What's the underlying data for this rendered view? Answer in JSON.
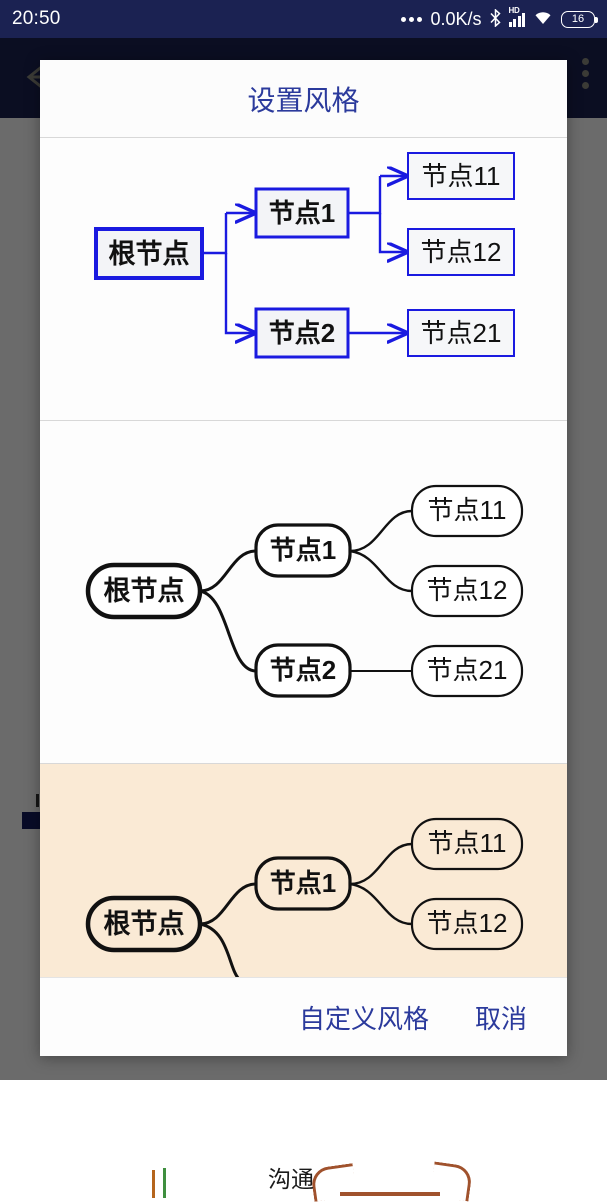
{
  "status_bar": {
    "clock": "20:50",
    "net_speed": "0.0K/s",
    "hd_label": "HD",
    "battery_level": "16",
    "icons": [
      "more-dots-icon",
      "bluetooth-icon",
      "signal-icon",
      "wifi-icon",
      "battery-icon"
    ]
  },
  "app_bar": {
    "back_icon": "back-arrow-icon",
    "overflow_icon": "overflow-menu-icon"
  },
  "background_canvas": {
    "branch_label": "沟通"
  },
  "dialog": {
    "title": "设置风格",
    "footer": {
      "custom_style": "自定义风格",
      "cancel": "取消"
    },
    "options": [
      {
        "id": "style-rectangular-blue",
        "background": "#fdfdfd",
        "node_shape": "rectangle",
        "line_style": "orthogonal-arrow",
        "border_color": "#1a1ae0",
        "node_fill": "#f3f4f7",
        "nodes": {
          "root": "根节点",
          "child1": "节点1",
          "child2": "节点2",
          "leaf11": "节点11",
          "leaf12": "节点12",
          "leaf21": "节点21"
        }
      },
      {
        "id": "style-rounded-black",
        "background": "#ffffff",
        "node_shape": "rounded-pill",
        "line_style": "curved",
        "border_color": "#111111",
        "node_fill": "#ffffff",
        "nodes": {
          "root": "根节点",
          "child1": "节点1",
          "child2": "节点2",
          "leaf11": "节点11",
          "leaf12": "节点12",
          "leaf21": "节点21"
        }
      },
      {
        "id": "style-rounded-beige",
        "background": "#faead5",
        "node_shape": "rounded-pill",
        "line_style": "curved",
        "border_color": "#111111",
        "node_fill": "#faead5",
        "nodes": {
          "root": "根节点",
          "child1": "节点1",
          "leaf11": "节点11",
          "leaf12": "节点12"
        }
      }
    ]
  },
  "colors": {
    "status_bar_bg": "#1b2252",
    "title_blue": "#2b3a9c",
    "accent_blue": "#1a1ae0",
    "beige_bg": "#faead5"
  }
}
